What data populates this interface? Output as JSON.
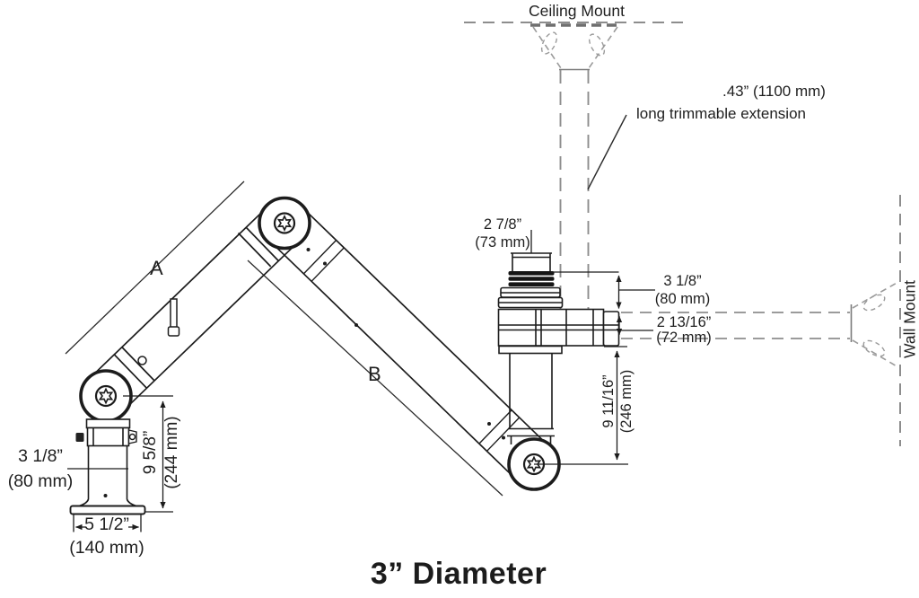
{
  "drawing": {
    "title": "3” Diameter",
    "mounts": {
      "ceiling": "Ceiling Mount",
      "wall": "Wall Mount"
    },
    "extension_note": {
      "line1": ".43” (1100 mm)",
      "line2": "long trimmable extension"
    },
    "segment_labels": {
      "a": "A",
      "b": "B"
    },
    "dimensions": {
      "top_duct_width": {
        "imperial": "2 7/8”",
        "metric": "(73 mm)"
      },
      "connector_height": {
        "imperial": "3 1/8”",
        "metric": "(80 mm)"
      },
      "wall_bracket_offset": {
        "imperial": "2 13/16”",
        "metric": "(72 mm)"
      },
      "connector_drop": {
        "imperial": "9 11/16”",
        "metric": "(246 mm)"
      },
      "base_height": {
        "imperial": "9 5/8”",
        "metric": "(244 mm)"
      },
      "column_diameter": {
        "imperial": "3 1/8”",
        "metric": "(80 mm)"
      },
      "base_width": {
        "imperial": "5 1/2”",
        "metric": "(140 mm)"
      }
    },
    "colors": {
      "line": "#1c1c1c",
      "dashed": "#8d8d8d",
      "background": "#ffffff"
    }
  }
}
